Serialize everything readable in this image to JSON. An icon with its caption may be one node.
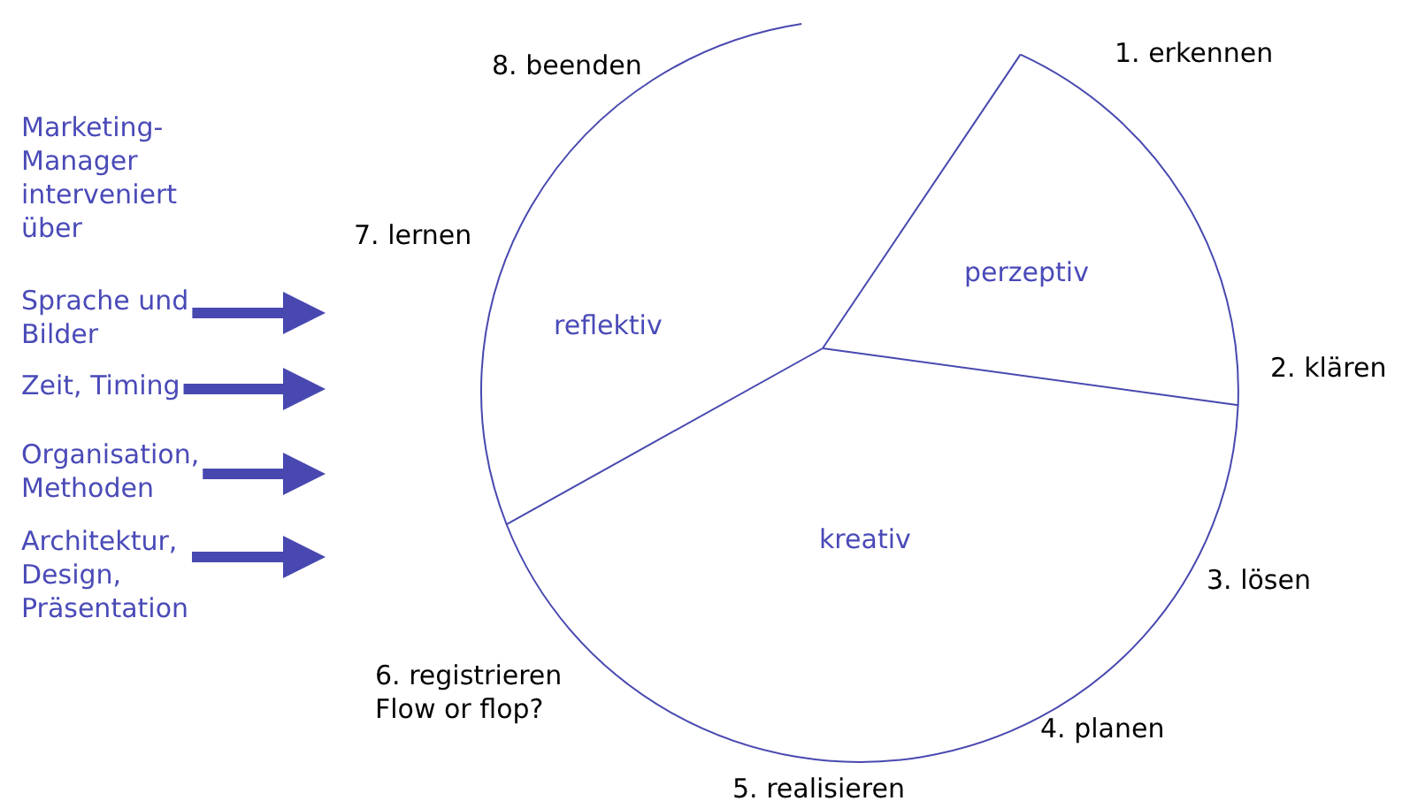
{
  "diagram": {
    "nodes": [
      {
        "text": [
          "perzeptiv"
        ]
      },
      {
        "text": [
          "reflektiv"
        ]
      },
      {
        "text": [
          "kreativ"
        ]
      },
      {
        "text": [
          "Sprache und Bilder"
        ]
      },
      {
        "text": [
          "Zeit, Timing"
        ]
      },
      {
        "text": [
          "Organisation, Methoden"
        ]
      },
      {
        "text": [
          "Architektur, Design, Präsentation"
        ]
      }
    ],
    "edges": [
      {
        "from": 3,
        "to": null,
        "arrow": "to"
      },
      {
        "from": 4,
        "to": null,
        "arrow": "to"
      },
      {
        "from": 5,
        "to": null,
        "arrow": "to"
      },
      {
        "from": 6,
        "to": null,
        "arrow": "to"
      }
    ],
    "labels": [
      "8. beenden",
      "1. erkennen",
      "Marketing-Manager interveniert über",
      "7. lernen",
      "2. klären",
      "3. lösen",
      "6. registrieren",
      "Flow or flop?",
      "4. planen",
      "5. realisieren"
    ]
  }
}
